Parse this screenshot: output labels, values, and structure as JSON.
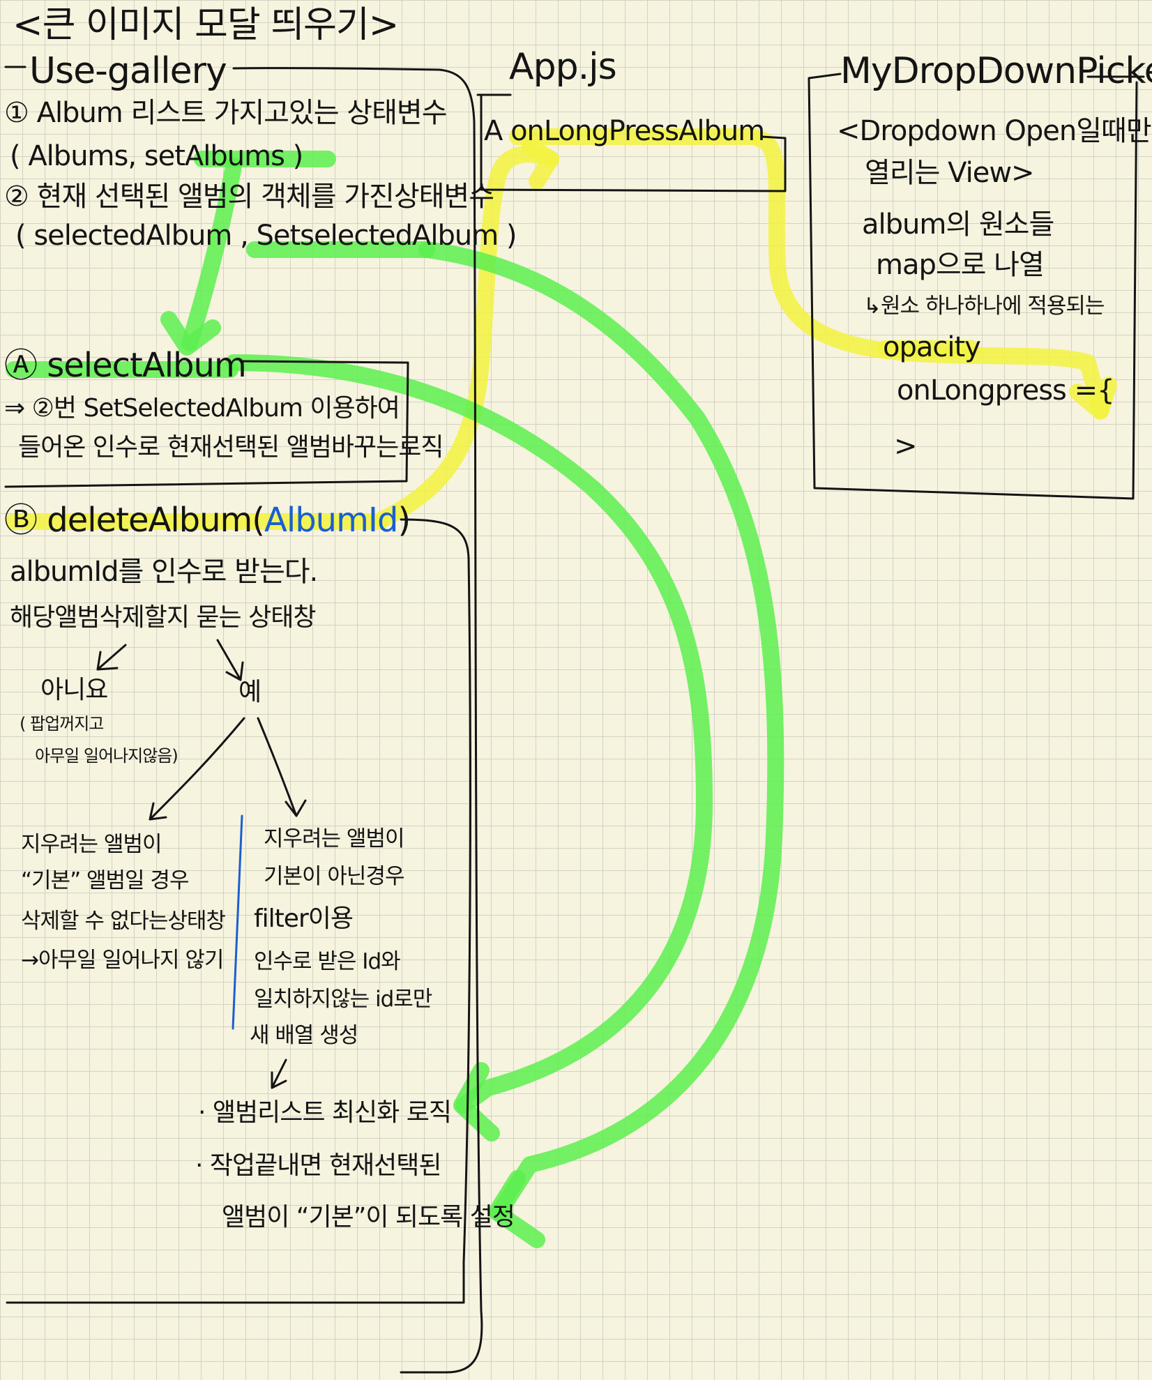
{
  "colors": {
    "paper": "#f6f3df",
    "grid": "#d3d3c4",
    "ink": "#141414",
    "green_highlight": "#5cee4f",
    "yellow_highlight": "#f2f23f",
    "blue_ink": "#1a5fd0"
  },
  "title": "<큰 이미지 모달 띄우기>",
  "use_gallery": {
    "header": "Use-gallery",
    "state1_title": "① Album 리스트 가지고있는 상태변수",
    "state1_vars": "( Albums,  setAlbums )",
    "state2_title": "② 현재 선택된 앨범의 객체를 가진상태변수",
    "state2_vars": "( selectedAlbum , SetselectedAlbum )",
    "selectAlbum": {
      "header": "Ⓐ selectAlbum",
      "line1": "⇒ ②번 SetSelectedAlbum 이용하여",
      "line2": "들어온 인수로 현재선택된 앨범바꾸는로직"
    },
    "deleteAlbum": {
      "header_prefix": "Ⓑ deleteAlbum(",
      "header_param": "AlbumId",
      "header_suffix": ")",
      "line1": "albumId를  인수로 받는다.",
      "line2": "해당앨범삭제할지 묻는 상태창",
      "no_label": "아니요",
      "no_note1": "( 팝업꺼지고",
      "no_note2": "아무일 일어나지않음)",
      "yes_label": "예",
      "case_default": [
        "지우려는 앨범이",
        "“기본” 앨범일 경우",
        "삭제할 수 없다는상태창",
        "→아무일 일어나지 않기"
      ],
      "case_other": [
        "지우려는 앨범이",
        "기본이 아닌경우",
        "filter이용",
        "인수로 받은 Id와",
        "일치하지않는 id로만",
        "새 배열 생성"
      ],
      "result1": "· 앨범리스트 최신화 로직",
      "result2": "· 작업끝내면 현재선택된",
      "result3": "앨범이 “기본”이 되도록 설정"
    }
  },
  "app_js": {
    "header": "App.js",
    "item": "A onLongPressAlbum"
  },
  "dropdown": {
    "header": "MyDropDownPicker",
    "line1": "<Dropdown Open일때만",
    "line2": "열리는 View>",
    "line3": "album의 원소들",
    "line4": "map으로 나열",
    "line5": "↳원소 하나하나에 적용되는",
    "line6": "opacity",
    "line7_prefix": "onLongpress ={",
    "line7_suffix": "}",
    "line8": ">"
  }
}
